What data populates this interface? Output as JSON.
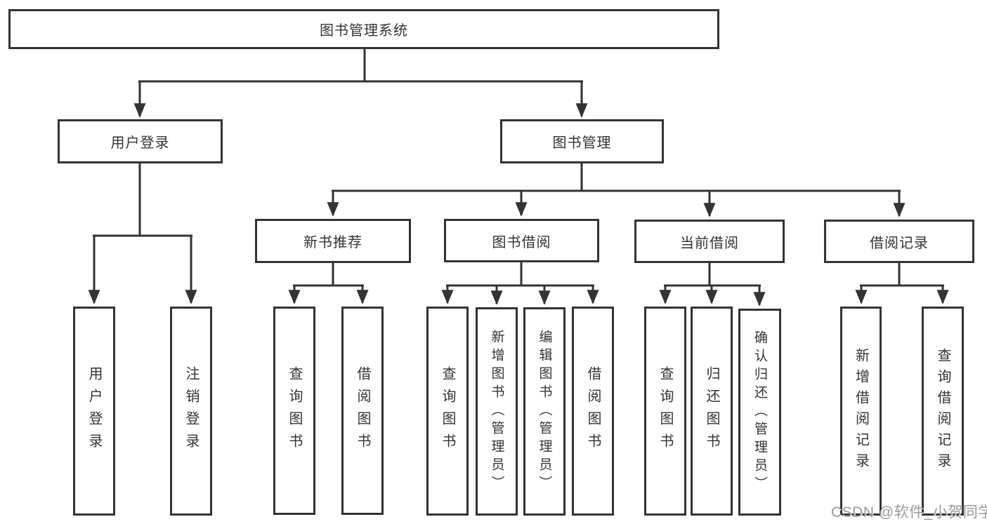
{
  "diagram": {
    "root": {
      "label": "图书管理系统"
    },
    "branches": [
      {
        "label": "用户登录",
        "children": [
          {
            "label": "用户登录"
          },
          {
            "label": "注销登录"
          }
        ]
      },
      {
        "label": "图书管理",
        "children": [
          {
            "label": "新书推荐",
            "children": [
              {
                "label": "查询图书"
              },
              {
                "label": "借阅图书"
              }
            ]
          },
          {
            "label": "图书借阅",
            "children": [
              {
                "label": "查询图书"
              },
              {
                "label": "新增图书（管理员）"
              },
              {
                "label": "编辑图书（管理员）"
              },
              {
                "label": "借阅图书"
              }
            ]
          },
          {
            "label": "当前借阅",
            "children": [
              {
                "label": "查询图书"
              },
              {
                "label": "归还图书"
              },
              {
                "label": "确认归还（管理员）"
              }
            ]
          },
          {
            "label": "借阅记录",
            "children": [
              {
                "label": "新增借阅记录"
              },
              {
                "label": "查询借阅记录"
              }
            ]
          }
        ]
      }
    ]
  },
  "watermark": {
    "text": "CSDN @软件_小贺同学"
  },
  "colors": {
    "line": "#333333",
    "box_border": "#333333",
    "text": "#333333",
    "watermark": "#9a9a9a",
    "background": "#ffffff"
  }
}
